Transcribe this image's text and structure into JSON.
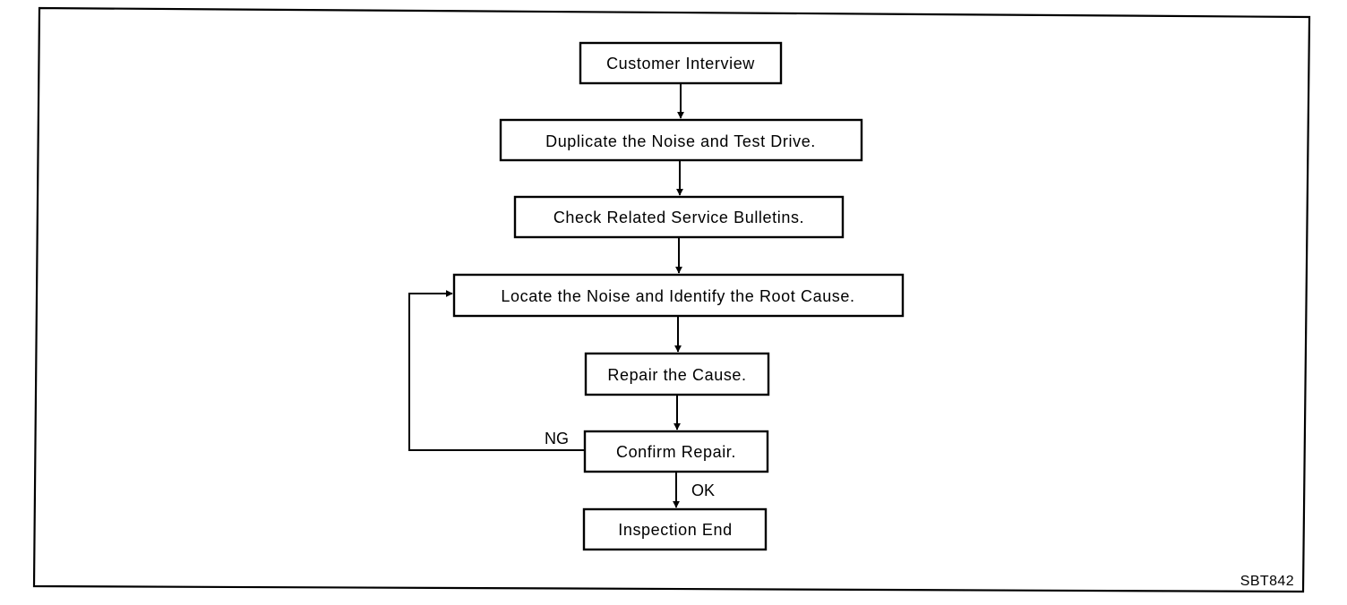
{
  "flowchart": {
    "nodes": [
      {
        "id": "customer-interview",
        "label": "Customer Interview"
      },
      {
        "id": "duplicate-noise",
        "label": "Duplicate the Noise and Test Drive."
      },
      {
        "id": "check-bulletins",
        "label": "Check Related Service Bulletins."
      },
      {
        "id": "locate-noise",
        "label": "Locate the Noise and Identify the Root Cause."
      },
      {
        "id": "repair-cause",
        "label": "Repair the Cause."
      },
      {
        "id": "confirm-repair",
        "label": "Confirm Repair."
      },
      {
        "id": "inspection-end",
        "label": "Inspection End"
      }
    ],
    "edges": [
      {
        "from": "customer-interview",
        "to": "duplicate-noise",
        "label": ""
      },
      {
        "from": "duplicate-noise",
        "to": "check-bulletins",
        "label": ""
      },
      {
        "from": "check-bulletins",
        "to": "locate-noise",
        "label": ""
      },
      {
        "from": "locate-noise",
        "to": "repair-cause",
        "label": ""
      },
      {
        "from": "repair-cause",
        "to": "confirm-repair",
        "label": ""
      },
      {
        "from": "confirm-repair",
        "to": "inspection-end",
        "label": "OK"
      },
      {
        "from": "confirm-repair",
        "to": "locate-noise",
        "label": "NG"
      }
    ]
  },
  "figure_code": "SBT842",
  "colors": {
    "line": "#000000",
    "background": "#ffffff"
  }
}
